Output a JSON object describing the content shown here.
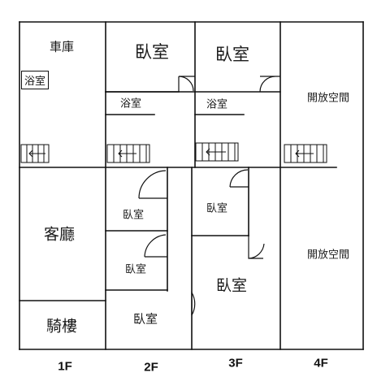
{
  "floors": [
    {
      "label": "1F",
      "rooms": [
        {
          "label": "車庫"
        },
        {
          "label": "浴室"
        },
        {
          "label": "客廳"
        },
        {
          "label": "騎樓"
        }
      ]
    },
    {
      "label": "2F",
      "rooms": [
        {
          "label": "臥室"
        },
        {
          "label": "浴室"
        },
        {
          "label": "臥室"
        },
        {
          "label": "臥室"
        },
        {
          "label": "臥室"
        }
      ]
    },
    {
      "label": "3F",
      "rooms": [
        {
          "label": "臥室"
        },
        {
          "label": "浴室"
        },
        {
          "label": "臥室"
        },
        {
          "label": "臥室"
        }
      ]
    },
    {
      "label": "4F",
      "rooms": [
        {
          "label": "開放空間"
        },
        {
          "label": "開放空間"
        }
      ]
    }
  ],
  "colors": {
    "wall": "#111111",
    "background": "#ffffff"
  },
  "icons": [
    "stair-icon",
    "door-swing-icon"
  ]
}
